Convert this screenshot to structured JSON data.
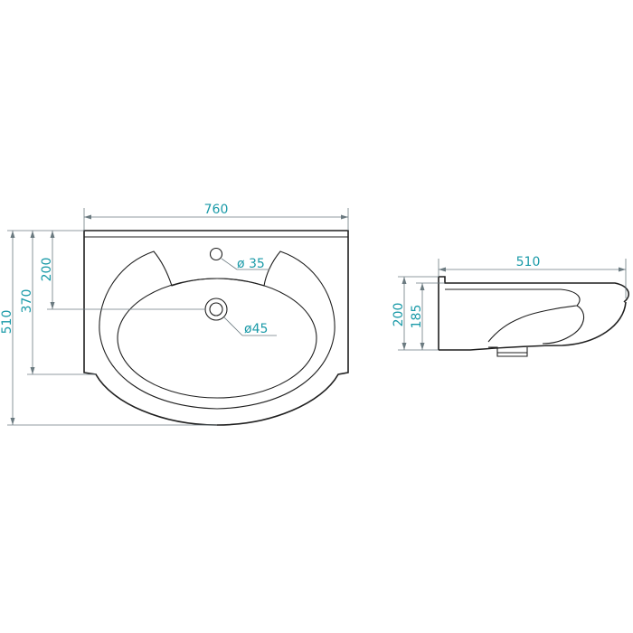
{
  "drawing": {
    "colors": {
      "dimension_text": "#1a9aa8",
      "dimension_line": "#6b7a80",
      "outline": "#1f1f1f",
      "background": "#ffffff"
    },
    "top_view": {
      "width_label": "760",
      "overall_depth_label": "510",
      "drain_depth_label": "370",
      "tap_depth_label": "200",
      "tap_hole_label": "ø 35",
      "drain_hole_label": "ø45"
    },
    "side_view": {
      "depth_label": "510",
      "height_label": "200",
      "inner_height_label": "185"
    }
  }
}
